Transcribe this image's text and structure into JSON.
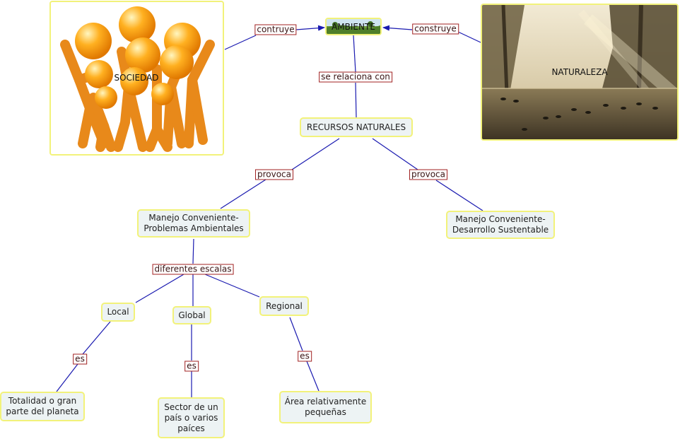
{
  "colors": {
    "link": "#1a1ab0",
    "node_border": "#f2f27a",
    "node_bg": "#edf3f4",
    "label_border": "#a02020"
  },
  "nodes": {
    "sociedad": "SOCIEDAD",
    "ambiente": "AMBIENTE",
    "naturaleza": "NATURALEZA",
    "recursos": "RECURSOS NATURALES",
    "manejo_problemas": "Manejo Conveniente-\nProblemas Ambientales",
    "manejo_desarrollo": "Manejo Conveniente-\nDesarrollo Sustentable",
    "local": "Local",
    "global": "Global",
    "regional": "Regional",
    "totalidad": "Totalidad o gran\nparte del planeta",
    "sector": "Sector de un\npaís o varios\npaíces",
    "area": "Área relativamente\npequeñas"
  },
  "links": {
    "contruye": "contruye",
    "construye": "construye",
    "se_relaciona": "se relaciona con",
    "provoca_left": "provoca",
    "provoca_right": "provoca",
    "diferentes_escalas": "diferentes escalas",
    "es_local": "es",
    "es_global": "es",
    "es_regional": "es"
  }
}
